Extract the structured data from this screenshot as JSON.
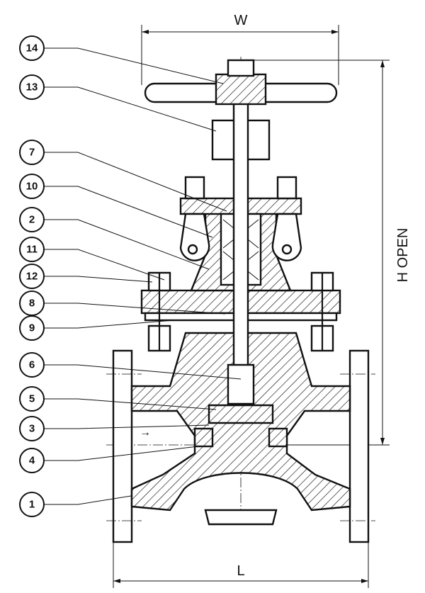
{
  "dimensions": {
    "width": "W",
    "height": "H  OPEN",
    "length": "L"
  },
  "callouts": [
    {
      "label": "14"
    },
    {
      "label": "13"
    },
    {
      "label": "7"
    },
    {
      "label": "10"
    },
    {
      "label": "2"
    },
    {
      "label": "11"
    },
    {
      "label": "12"
    },
    {
      "label": "8"
    },
    {
      "label": "9"
    },
    {
      "label": "6"
    },
    {
      "label": "5"
    },
    {
      "label": "3"
    },
    {
      "label": "4"
    },
    {
      "label": "1"
    }
  ],
  "flow_arrow": "→"
}
